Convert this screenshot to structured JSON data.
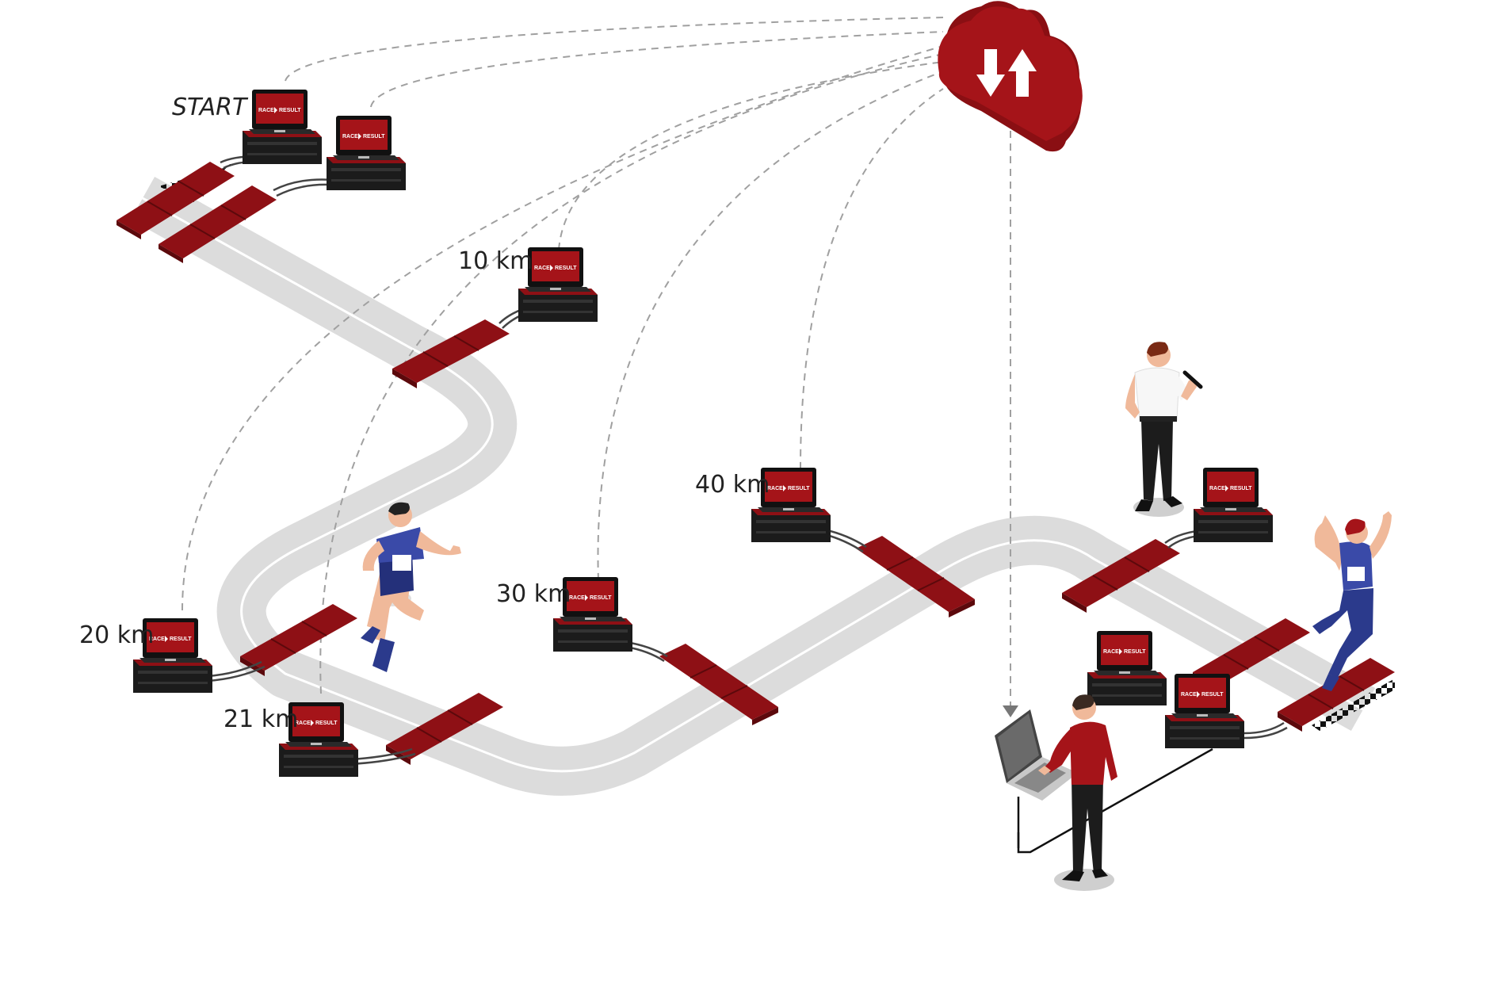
{
  "diagram": {
    "checkpoints": {
      "start": "START",
      "km10": "10 km",
      "km20": "20 km",
      "km21": "21 km",
      "km30": "30 km",
      "km40": "40 km"
    },
    "device_brand": [
      "RACE",
      "RESULT"
    ],
    "colors": {
      "brand_red": "#a51419",
      "mat_red": "#8e1015",
      "track_gray": "#dcdcdc",
      "link_gray": "#9a9a9a",
      "device_black": "#1b1b1b",
      "runner_blue": "#3a4aa8"
    },
    "icons": {
      "cloud": "cloud-sync-icon",
      "device": "timing-box-icon",
      "laptop": "laptop-icon"
    }
  }
}
